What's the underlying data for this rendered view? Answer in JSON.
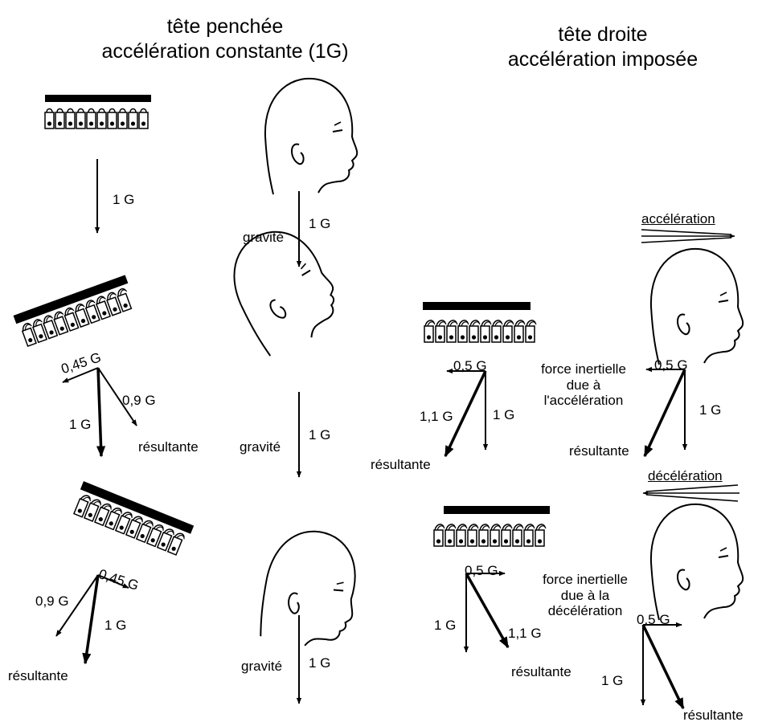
{
  "titles": {
    "left_line1": "tête penchée",
    "left_line2": "accélération constante (1G)",
    "right_line1": "tête droite",
    "right_line2": "accélération imposée"
  },
  "left_panel": {
    "row1": {
      "vertical": "1 G",
      "gravity": "gravité",
      "gravity_value": "1 G"
    },
    "row2": {
      "horizontal": "0,45 G",
      "vertical": "1 G",
      "result": "0,9 G",
      "result_label": "résultante",
      "gravity": "gravité",
      "gravity_value": "1 G"
    },
    "row3": {
      "horizontal": "0,45 G",
      "vertical": "1 G",
      "result": "0,9 G",
      "result_label": "résultante",
      "gravity": "gravité",
      "gravity_value": "1 G"
    }
  },
  "right_panel": {
    "accel_label": "accélération",
    "decel_label": "décélération",
    "accel": {
      "left_horizontal": "0,5 G",
      "left_result": "1,1 G",
      "left_vertical": "1 G",
      "left_result_label": "résultante",
      "inertial_line1": "force inertielle",
      "inertial_line2": "due à",
      "inertial_line3": "l'accélération",
      "right_horizontal": "0,5 G",
      "right_vertical": "1 G",
      "right_result_label": "résultante"
    },
    "decel": {
      "left_horizontal": "0,5 G",
      "left_vertical": "1 G",
      "left_result": "1,1 G",
      "left_result_label": "résultante",
      "inertial_line1": "force inertielle",
      "inertial_line2": "due à la",
      "inertial_line3": "décélération",
      "right_horizontal": "0,5 G",
      "right_vertical": "1 G",
      "right_result_label": "résultante"
    }
  }
}
